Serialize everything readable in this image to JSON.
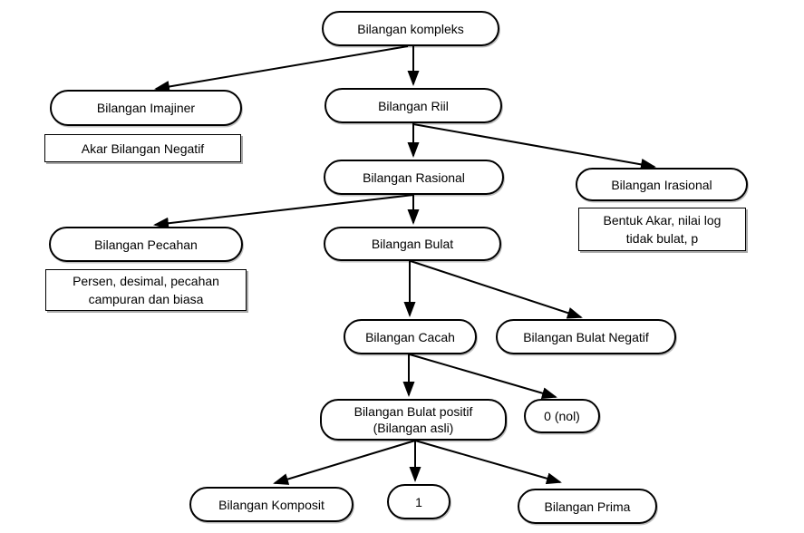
{
  "diagram": {
    "type": "flowchart",
    "language": "Indonesian",
    "topic": "Klasifikasi bilangan (number classification)"
  },
  "colors": {
    "background": "#ffffff",
    "node_fill": "#ffffff",
    "node_border": "#000000",
    "text": "#000000",
    "edge": "#000000",
    "note_shadow": "#aaaaaa"
  },
  "nodes": {
    "kompleks": "Bilangan kompleks",
    "imajiner": "Bilangan Imajiner",
    "riil": "Bilangan Riil",
    "rasional": "Bilangan Rasional",
    "irasional": "Bilangan Irasional",
    "pecahan": "Bilangan Pecahan",
    "bulat": "Bilangan Bulat",
    "cacah": "Bilangan Cacah",
    "bulat_negatif": "Bilangan Bulat Negatif",
    "bulat_positif": "Bilangan Bulat positif\n(Bilangan asli)",
    "nol": "0 (nol)",
    "komposit": "Bilangan Komposit",
    "satu": "1",
    "prima": "Bilangan Prima"
  },
  "notes": {
    "imajiner": "Akar Bilangan Negatif",
    "irasional": "Bentuk Akar,  nilai log\ntidak bulat, p",
    "pecahan": "Persen, desimal, pecahan\ncampuran dan biasa"
  },
  "edges": [
    {
      "from": "kompleks",
      "to": "imajiner"
    },
    {
      "from": "kompleks",
      "to": "riil"
    },
    {
      "from": "riil",
      "to": "rasional"
    },
    {
      "from": "riil",
      "to": "irasional"
    },
    {
      "from": "rasional",
      "to": "pecahan"
    },
    {
      "from": "rasional",
      "to": "bulat"
    },
    {
      "from": "bulat",
      "to": "cacah"
    },
    {
      "from": "bulat",
      "to": "bulat_negatif"
    },
    {
      "from": "cacah",
      "to": "bulat_positif"
    },
    {
      "from": "cacah",
      "to": "nol"
    },
    {
      "from": "bulat_positif",
      "to": "komposit"
    },
    {
      "from": "bulat_positif",
      "to": "satu"
    },
    {
      "from": "bulat_positif",
      "to": "prima"
    }
  ]
}
